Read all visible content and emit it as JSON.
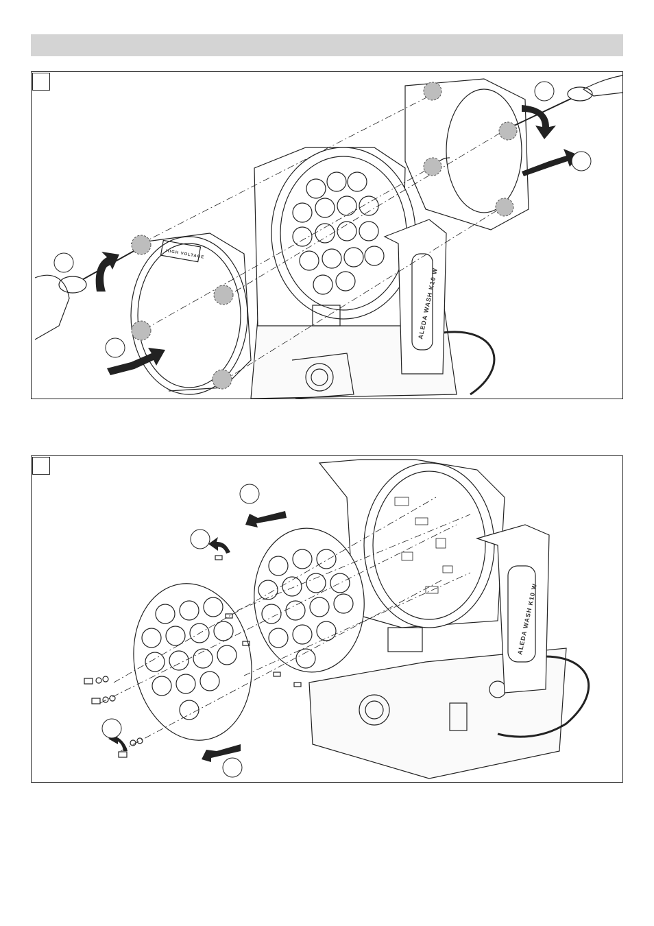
{
  "header": {
    "title": ""
  },
  "panels": [
    {
      "step_label": "",
      "callouts": [
        "",
        "",
        "",
        ""
      ],
      "fixture_brand": "ALEDA WASH K10 W",
      "warning_label": "HIGH VOLTAGE"
    },
    {
      "step_label": "",
      "callouts": [
        "",
        "",
        "",
        ""
      ],
      "fixture_brand": "ALEDA WASH K10 W"
    }
  ],
  "colors": {
    "header_bar": "#d4d4d4",
    "screw_highlight": "#bdbdbd",
    "line": "#222222",
    "arrow": "#222222"
  },
  "icons": [
    "screwdriver-icon",
    "hand-icon",
    "rotate-arrow-icon",
    "direction-arrow-icon",
    "screw-icon",
    "led-lens-icon"
  ]
}
